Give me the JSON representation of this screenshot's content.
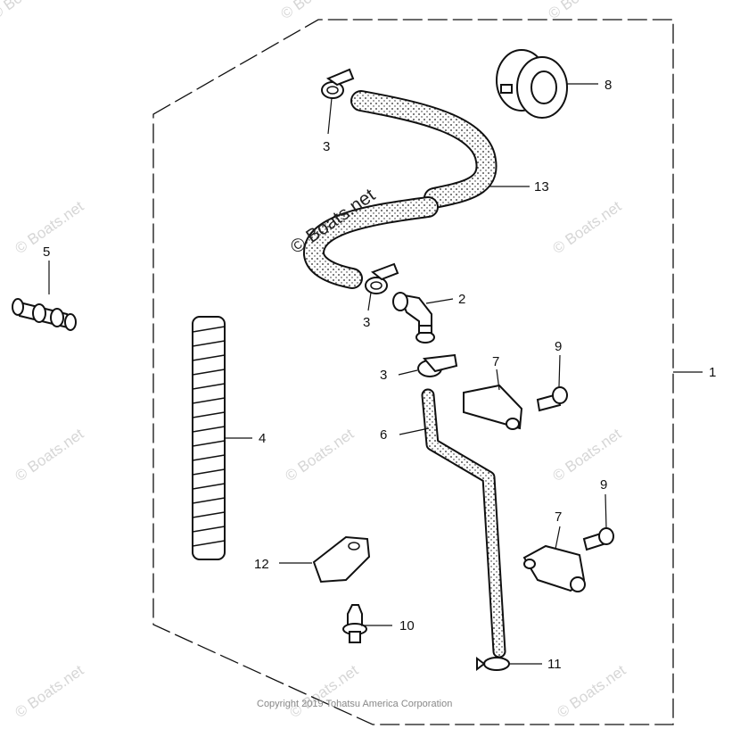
{
  "callouts": [
    "1",
    "2",
    "3",
    "3",
    "3",
    "4",
    "5",
    "6",
    "7",
    "7",
    "8",
    "9",
    "9",
    "10",
    "11",
    "12",
    "13"
  ],
  "watermark": "© Boats.net",
  "watermark_center": "© Boats.net",
  "copyright": "Copyright 2019 Tohatsu America Corporation"
}
